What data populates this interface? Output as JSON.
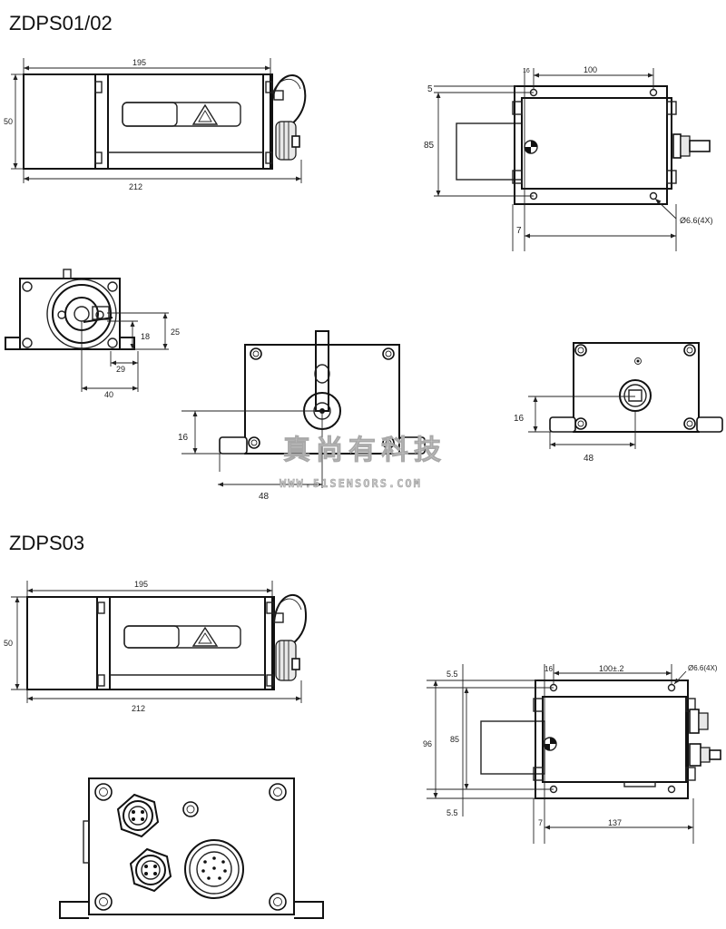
{
  "sections": {
    "top_model": "ZDPS01/02",
    "bottom_model": "ZDPS03"
  },
  "dimensions": {
    "d195": "195",
    "d212": "212",
    "d50": "50",
    "d100": "100",
    "d100_tol": "100±.2",
    "d16": "16",
    "d5": "5",
    "d5_5": "5.5",
    "d85": "85",
    "d96": "96",
    "d7": "7",
    "d137": "137",
    "hole_callout": "Ø6.6(4X)",
    "d25": "25",
    "d18": "18",
    "d29": "29",
    "d40": "40",
    "d48": "48"
  },
  "watermark": {
    "cn": "真尚有科技",
    "url": "WWW.51SENSORS.COM"
  }
}
